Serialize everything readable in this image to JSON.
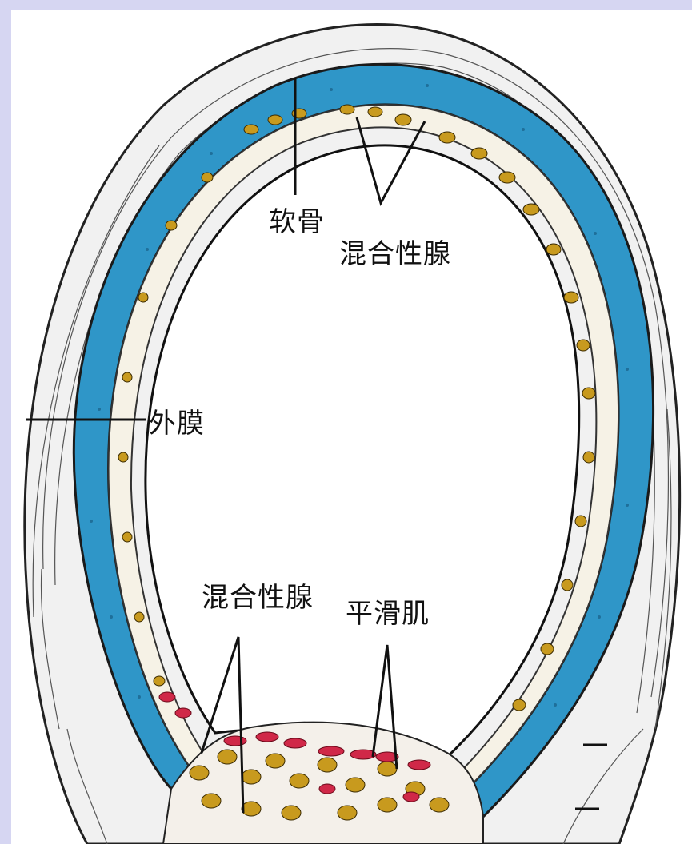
{
  "labels": {
    "cartilage": "软骨",
    "mixed_gland_top": "混合性腺",
    "adventitia": "外膜",
    "mixed_gland_bottom": "混合性腺",
    "smooth_muscle": "平滑肌"
  },
  "colors": {
    "background_border": "#d6d6f2",
    "cartilage": "#2f96c8",
    "gland": "#c89a1e",
    "smooth_muscle": "#d02848",
    "outline": "#1a1a1a"
  }
}
